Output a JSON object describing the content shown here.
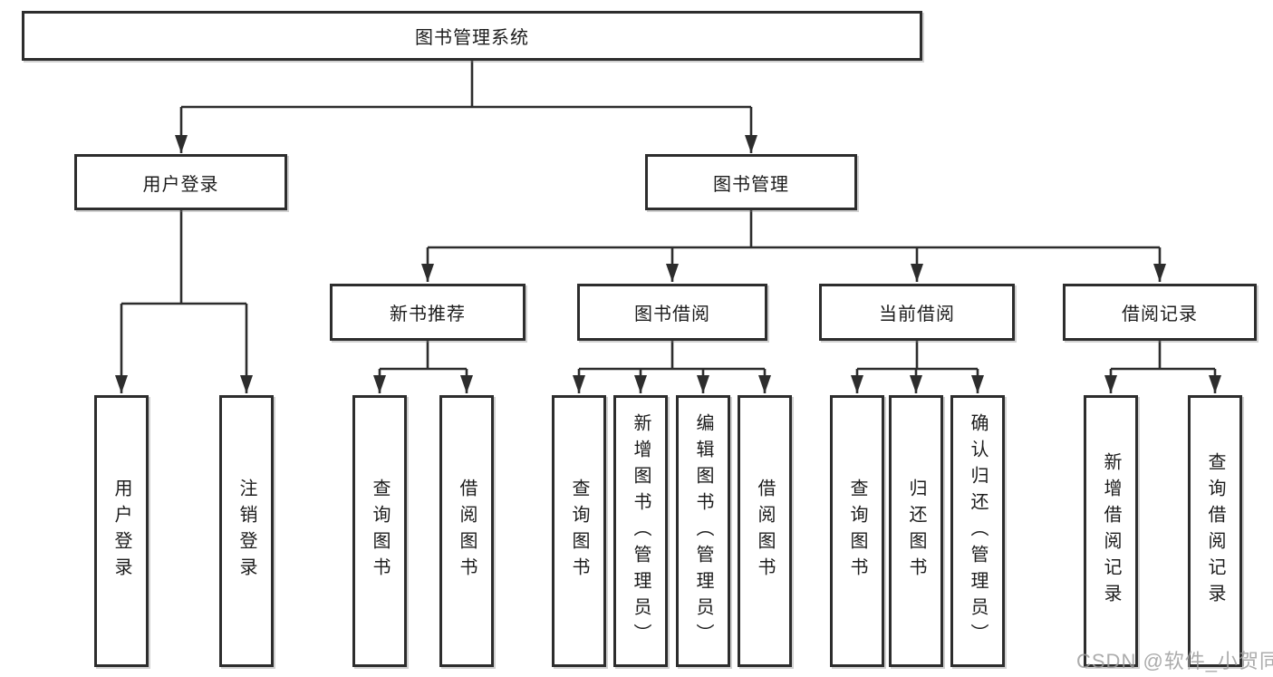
{
  "tree": {
    "label": "图书管理系统",
    "children": [
      {
        "label": "用户登录",
        "children": [
          {
            "label": "用户登录"
          },
          {
            "label": "注销登录"
          }
        ]
      },
      {
        "label": "图书管理",
        "children": [
          {
            "label": "新书推荐",
            "children": [
              {
                "label": "查询图书"
              },
              {
                "label": "借阅图书"
              }
            ]
          },
          {
            "label": "图书借阅",
            "children": [
              {
                "label": "查询图书"
              },
              {
                "label": "新增图书（管理员）"
              },
              {
                "label": "编辑图书（管理员）"
              },
              {
                "label": "借阅图书"
              }
            ]
          },
          {
            "label": "当前借阅",
            "children": [
              {
                "label": "查询图书"
              },
              {
                "label": "归还图书"
              },
              {
                "label": "确认归还（管理员）"
              }
            ]
          },
          {
            "label": "借阅记录",
            "children": [
              {
                "label": "新增借阅记录"
              },
              {
                "label": "查询借阅记录"
              }
            ]
          }
        ]
      }
    ]
  },
  "watermark": {
    "text": "CSDN @软件_小贺同学"
  },
  "colors": {
    "line": "#2d2d2d",
    "box_border": "#2d2d2d",
    "box_background": "#ffffff",
    "text": "#1c1c1c",
    "watermark_text": "#9e9e9e"
  }
}
